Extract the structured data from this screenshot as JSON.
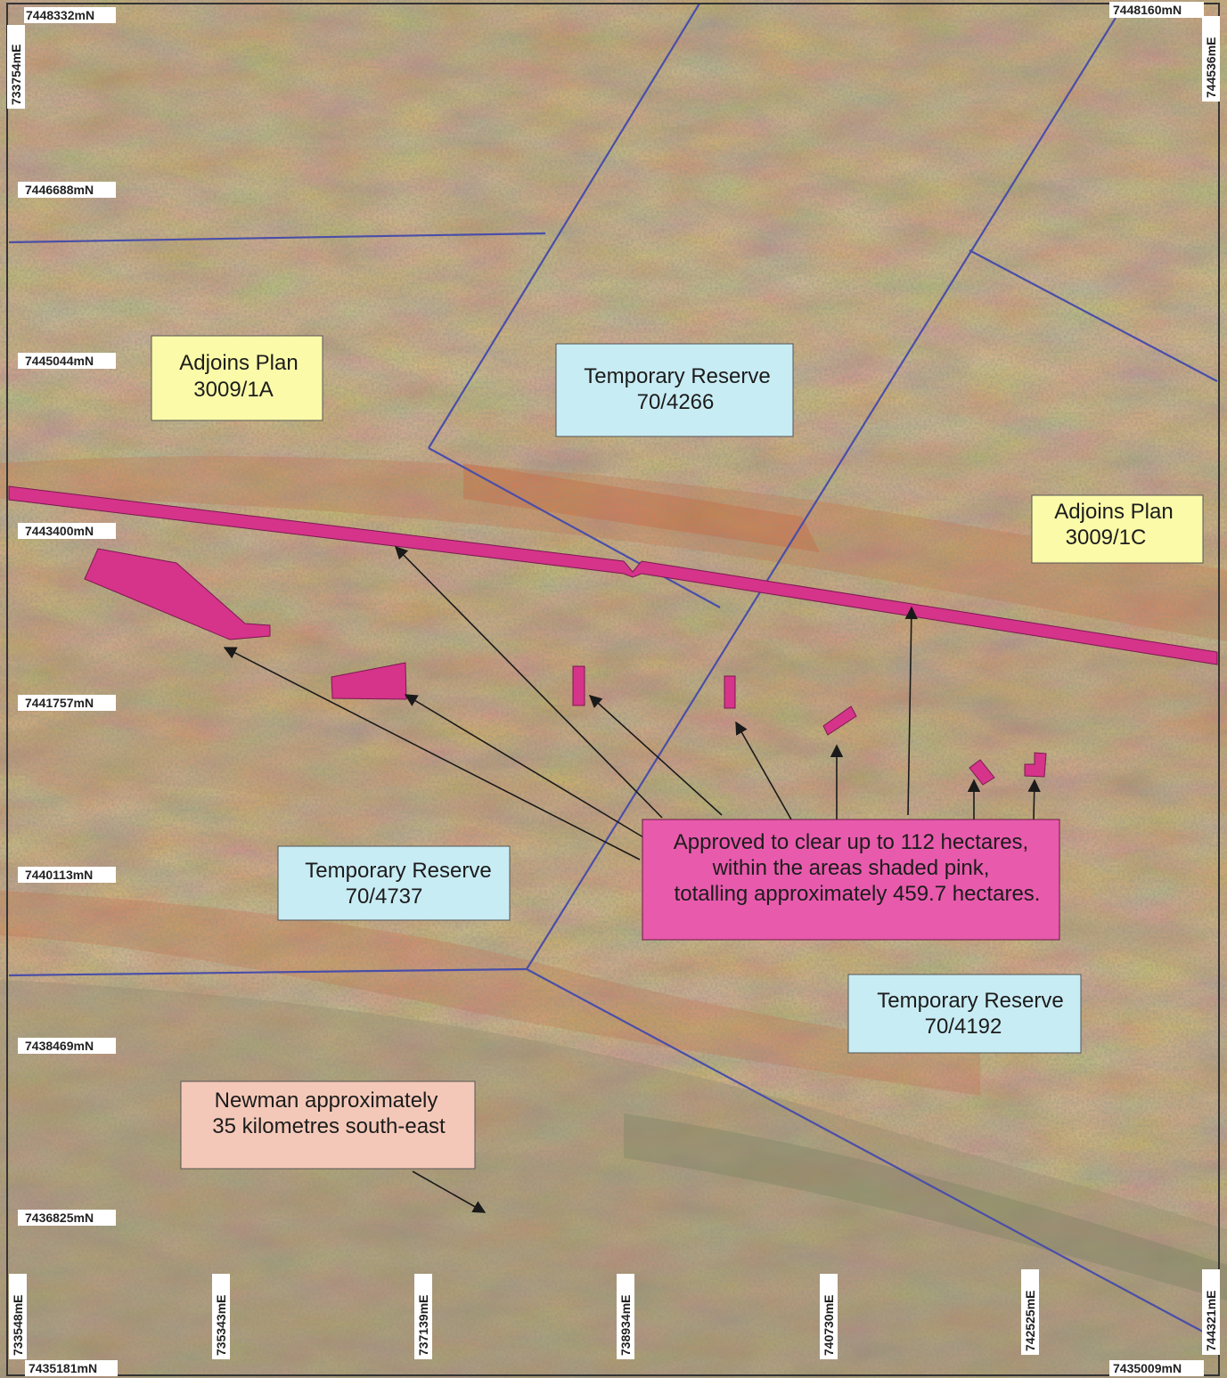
{
  "northings": {
    "top_left": "7448332mN",
    "top_right": "7448160mN",
    "row_1": "7446688mN",
    "row_2": "7445044mN",
    "row_3": "7443400mN",
    "row_4": "7441757mN",
    "row_5": "7440113mN",
    "row_6": "7438469mN",
    "row_7": "7436825mN",
    "bottom_left": "7435181mN",
    "bottom_right": "7435009mN"
  },
  "eastings": {
    "top_left": "733754mE",
    "top_right": "744536mE",
    "bottom": [
      "733548mE",
      "735343mE",
      "737139mE",
      "738934mE",
      "740730mE",
      "742525mE",
      "744321mE"
    ]
  },
  "labels": {
    "adjoins_1a": {
      "line1": "Adjoins Plan",
      "line2": "3009/1A"
    },
    "adjoins_1c": {
      "line1": "Adjoins Plan",
      "line2": "3009/1C"
    },
    "tr_4266": {
      "line1": "Temporary Reserve",
      "line2": "70/4266"
    },
    "tr_4737": {
      "line1": "Temporary Reserve",
      "line2": "70/4737"
    },
    "tr_4192": {
      "line1": "Temporary Reserve",
      "line2": "70/4192"
    },
    "approved": {
      "line1": "Approved to clear up to 112 hectares,",
      "line2": "within the areas shaded pink,",
      "line3": "totalling approximately 459.7 hectares."
    },
    "newman": {
      "line1": "Newman approximately",
      "line2": "35 kilometres south-east"
    }
  },
  "colors": {
    "clearing_area": "#d6338a",
    "boundary": "#4a4ea8",
    "label_yellow": "#fafaa8",
    "label_blue": "#c8ecf4",
    "label_pink": "#e85aac",
    "label_salmon": "#f4c8b8"
  }
}
